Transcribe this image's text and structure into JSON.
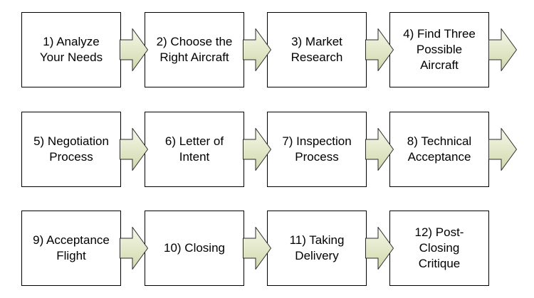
{
  "steps": [
    {
      "label": "1) Analyze\nYour Needs"
    },
    {
      "label": "2) Choose the\nRight Aircraft"
    },
    {
      "label": "3) Market\nResearch"
    },
    {
      "label": "4)  Find Three\nPossible\nAircraft"
    },
    {
      "label": "5) Negotiation\nProcess"
    },
    {
      "label": "6) Letter of\nIntent"
    },
    {
      "label": "7) Inspection\nProcess"
    },
    {
      "label": "8) Technical\nAcceptance"
    },
    {
      "label": "9) Acceptance\nFlight"
    },
    {
      "label": "10) Closing"
    },
    {
      "label": "11) Taking\nDelivery"
    },
    {
      "label": "12) Post-\nClosing\nCritique"
    }
  ],
  "colors": {
    "arrow_light": "#f6f8ea",
    "arrow_dark": "#cfd8aa",
    "arrow_stroke": "#2b2b2b",
    "box_border": "#000000"
  }
}
